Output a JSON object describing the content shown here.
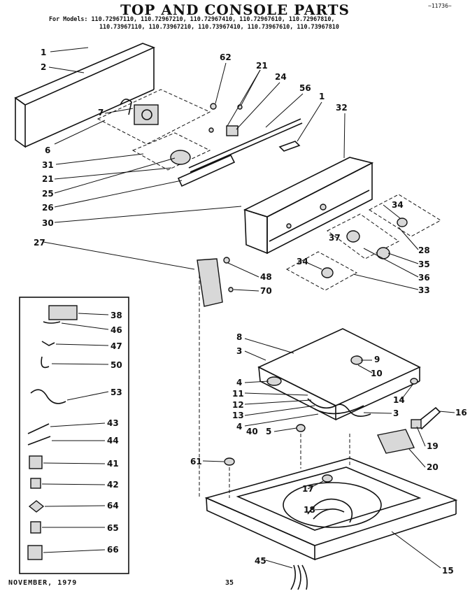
{
  "header": {
    "title": "TOP AND CONSOLE PARTS",
    "models_line1": "For Models: 110.72967110, 110.72967210, 110.72967410, 110.72967610, 110.72967810,",
    "models_line2": "110.73967110, 110.73967210, 110.73967410, 110.73967610, 110.73967810",
    "stamp": "~11736~"
  },
  "footer": {
    "date": "NOVEMBER, 1979",
    "page": "35"
  },
  "callouts": [
    "1",
    "2",
    "62",
    "21",
    "24",
    "56",
    "1",
    "32",
    "7",
    "6",
    "31",
    "21",
    "25",
    "26",
    "30",
    "34",
    "37",
    "28",
    "35",
    "36",
    "27",
    "34",
    "48",
    "70",
    "33",
    "38",
    "46",
    "47",
    "50",
    "53",
    "43",
    "44",
    "41",
    "42",
    "64",
    "65",
    "66",
    "8",
    "3",
    "9",
    "10",
    "4",
    "11",
    "12",
    "13",
    "4",
    "40",
    "5",
    "3",
    "14",
    "16",
    "19",
    "20",
    "61",
    "17",
    "18",
    "45",
    "15"
  ]
}
